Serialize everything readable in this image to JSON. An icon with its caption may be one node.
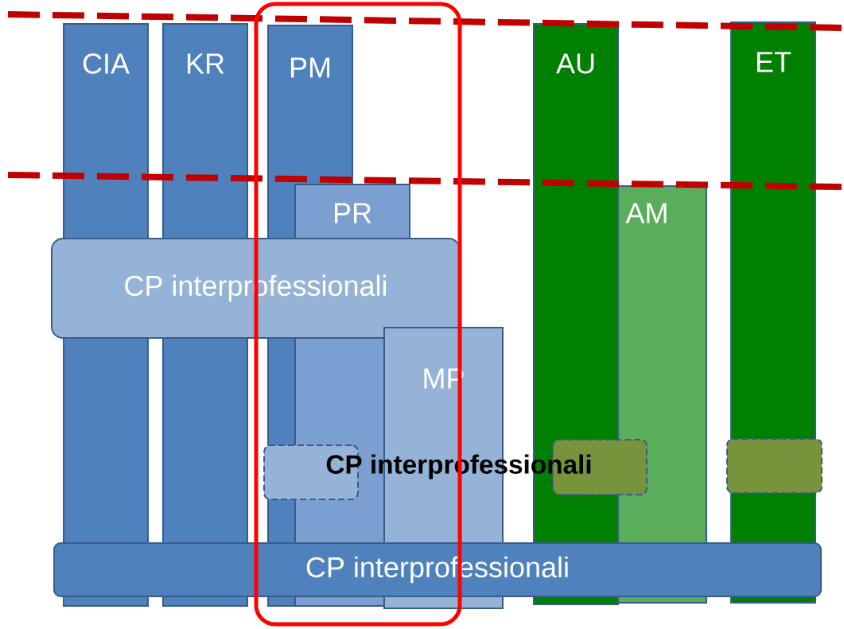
{
  "diagram": {
    "nodes": [
      {
        "text": [
          "CIA"
        ]
      },
      {
        "text": [
          "KR"
        ]
      },
      {
        "text": [],
        "shape": "box"
      },
      {
        "text": [
          "PM"
        ],
        "in": 2
      },
      {
        "text": [
          "AU"
        ]
      },
      {
        "text": [
          "ET"
        ]
      },
      {
        "text": [
          "PR"
        ],
        "in": 2
      },
      {
        "text": [
          "AM"
        ]
      },
      {
        "text": [
          "CP interprofessionali"
        ]
      },
      {
        "text": [
          "MP"
        ]
      },
      {
        "text": [],
        "shape": "box",
        "in": 2
      },
      {
        "text": [],
        "shape": "box"
      },
      {
        "text": [],
        "shape": "box"
      },
      {
        "text": [
          "CP interprofessionali"
        ]
      }
    ],
    "labels": [
      "CP interprofessionali"
    ]
  }
}
